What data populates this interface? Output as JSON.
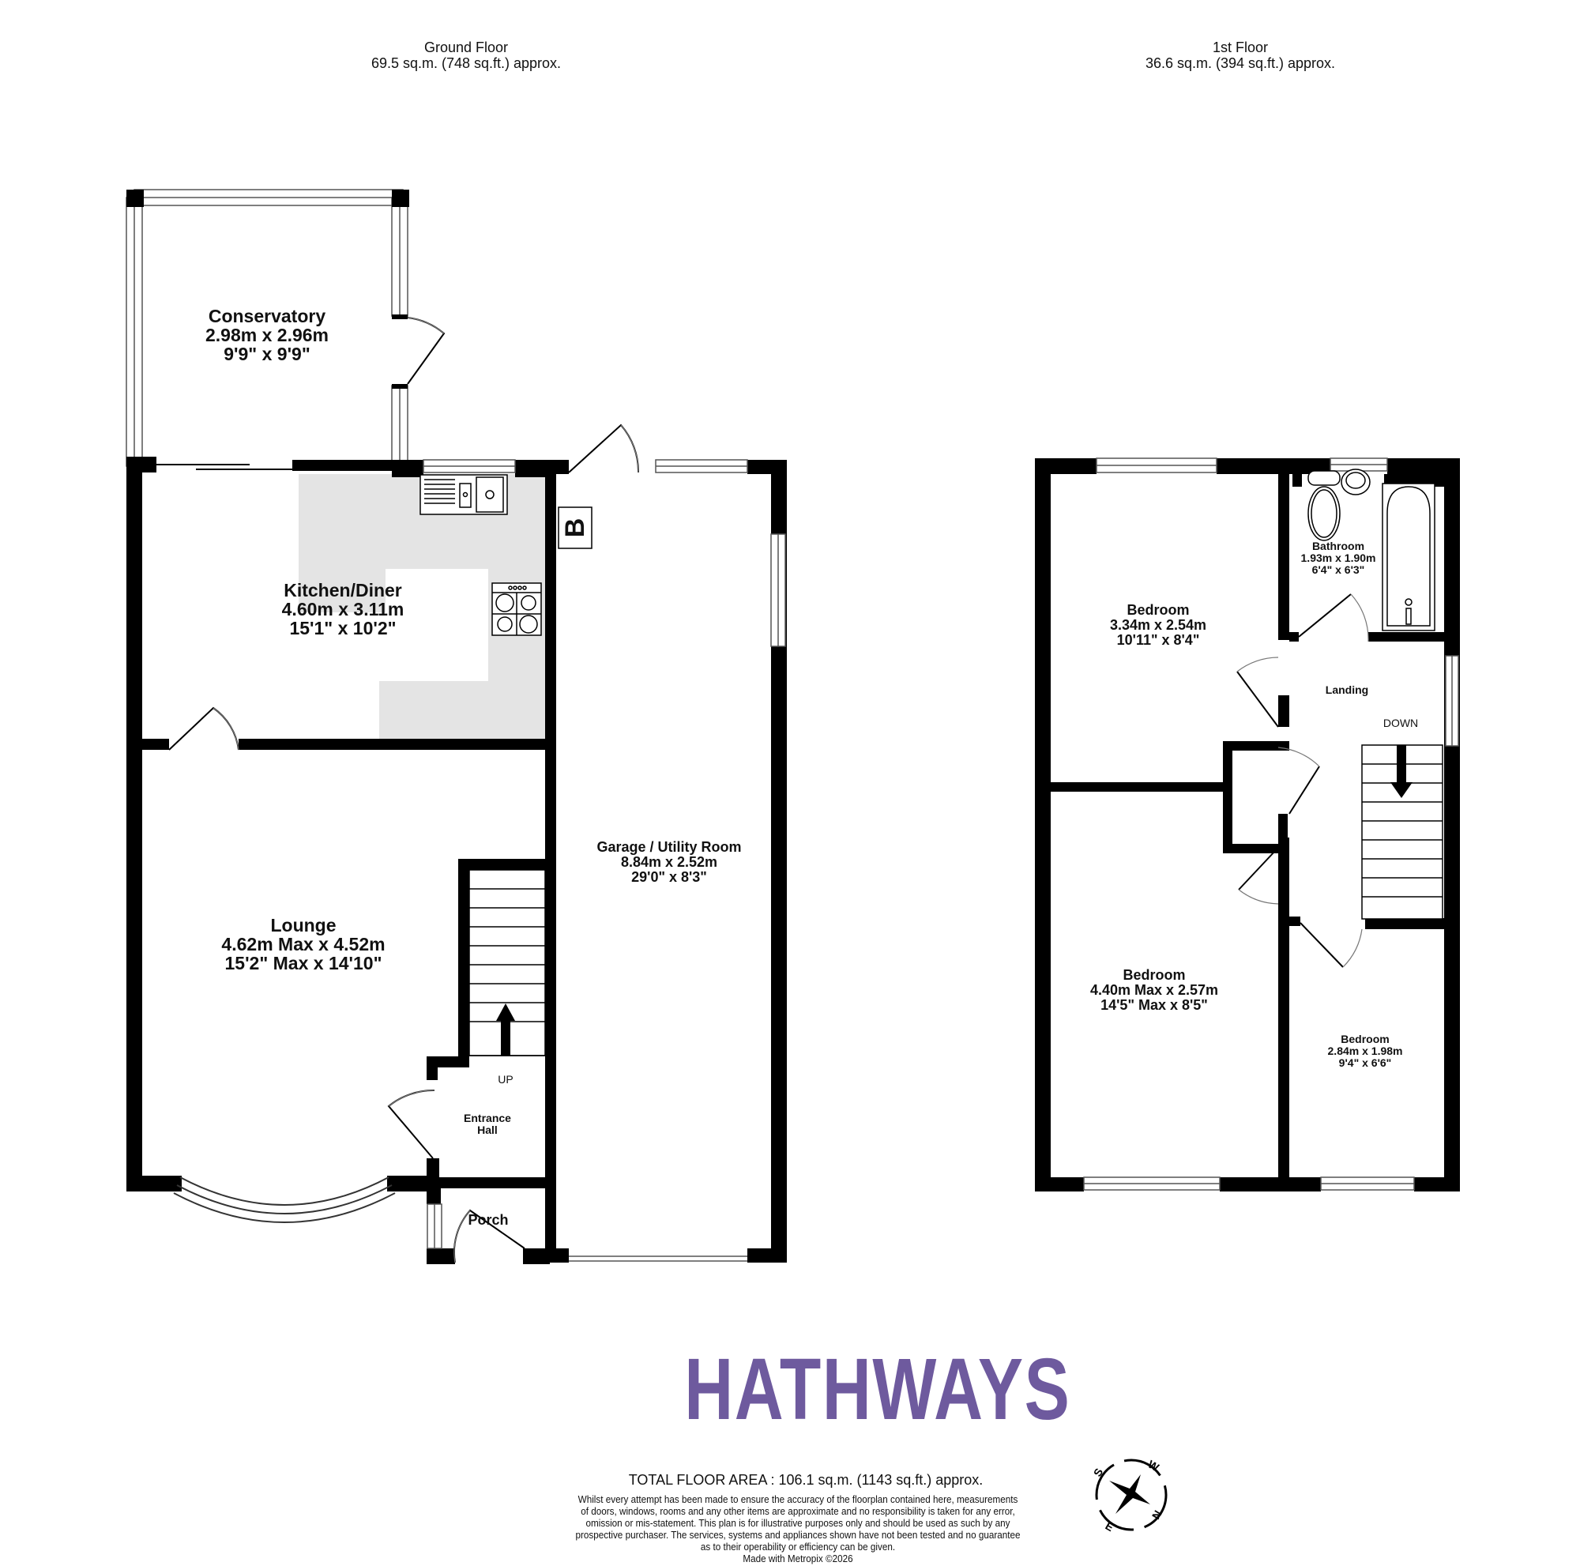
{
  "floors": {
    "ground": {
      "name": "Ground Floor",
      "area": "69.5 sq.m. (748 sq.ft.) approx."
    },
    "first": {
      "name": "1st Floor",
      "area": "36.6 sq.m. (394 sq.ft.) approx."
    }
  },
  "rooms": {
    "conservatory": {
      "name": "Conservatory",
      "metric": "2.98m  x 2.96m",
      "imperial": "9'9\"  x 9'9\""
    },
    "kitchen": {
      "name": "Kitchen/Diner",
      "metric": "4.60m  x 3.11m",
      "imperial": "15'1\"  x 10'2\""
    },
    "lounge": {
      "name": "Lounge",
      "metric": "4.62m Max x 4.52m",
      "imperial": "15'2\" Max x 14'10\""
    },
    "garage": {
      "name": "Garage / Utility Room",
      "metric": "8.84m  x 2.52m",
      "imperial": "29'0\"  x 8'3\""
    },
    "entrance_hall": {
      "name_line1": "Entrance",
      "name_line2": "Hall"
    },
    "porch": {
      "name": "Porch"
    },
    "bedroom1": {
      "name": "Bedroom",
      "metric": "3.34m  x 2.54m",
      "imperial": "10'11\"  x 8'4\""
    },
    "bathroom": {
      "name": "Bathroom",
      "metric": "1.93m  x 1.90m",
      "imperial": "6'4\"  x 6'3\""
    },
    "landing": {
      "name": "Landing"
    },
    "bedroom2": {
      "name": "Bedroom",
      "metric": "4.40m Max x 2.57m",
      "imperial": "14'5\" Max x 8'5\""
    },
    "bedroom3": {
      "name": "Bedroom",
      "metric": "2.84m  x 1.98m",
      "imperial": "9'4\"  x 6'6\""
    }
  },
  "markers": {
    "stairs_up": "UP",
    "stairs_down": "DOWN",
    "boiler": "B"
  },
  "brand": {
    "logo_text": "HATHWAYS",
    "color": "#6e5a9e"
  },
  "footer": {
    "total_area": "TOTAL FLOOR AREA : 106.1 sq.m. (1143 sq.ft.) approx.",
    "disclaimer_lines": [
      "Whilst every attempt has been made to ensure the accuracy of the floorplan contained here, measurements",
      "of doors, windows, rooms and any other items are approximate and no responsibility is taken for any error,",
      "omission or mis-statement. This plan is for illustrative purposes only and should be used as such by any",
      "prospective purchaser. The services, systems and appliances shown have not been tested and no guarantee",
      "as to their operability or efficiency can be given.",
      "Made with Metropix ©2026"
    ]
  },
  "compass": {
    "labels": [
      "S",
      "W",
      "N",
      "E"
    ]
  }
}
